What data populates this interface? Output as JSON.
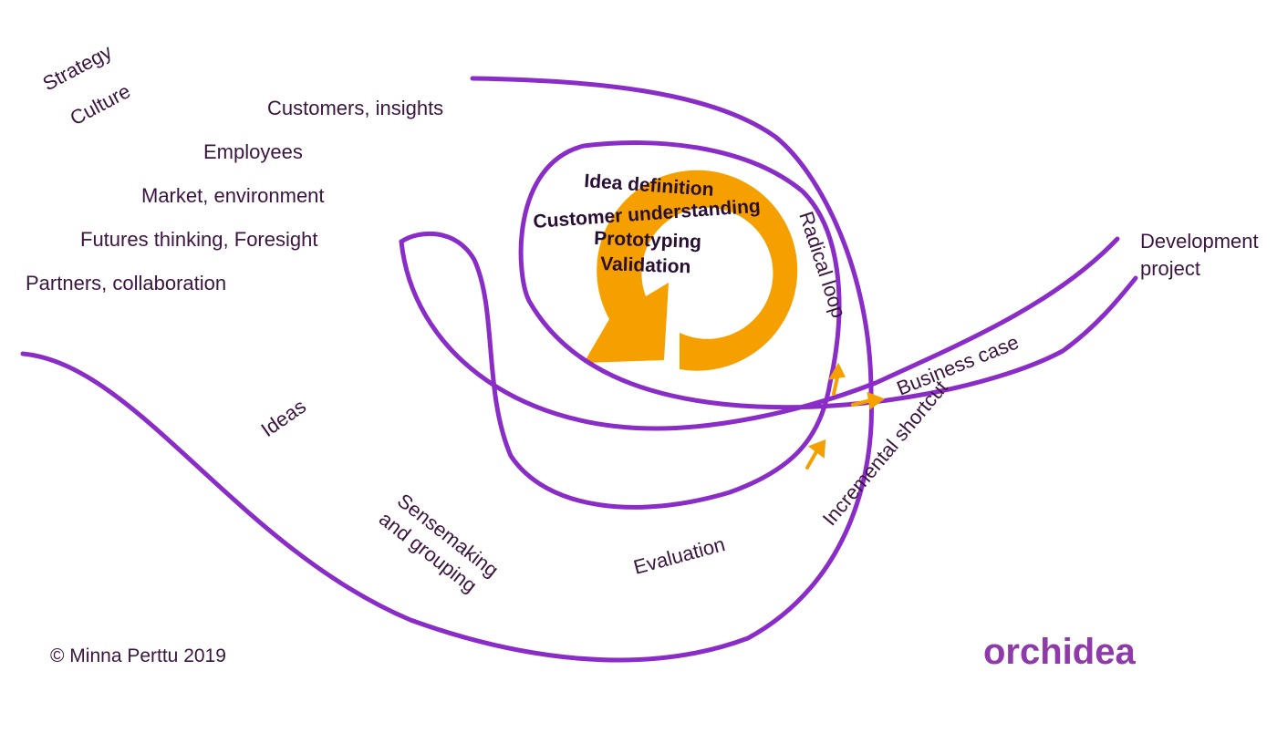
{
  "colors": {
    "curve": "#8a2dc8",
    "loop": "#f6a000",
    "text": "#3b1540",
    "brand": "#8e3aa8"
  },
  "labels": {
    "strategy": "Strategy",
    "culture": "Culture",
    "customers": "Customers, insights",
    "employees": "Employees",
    "market": "Market, environment",
    "futures": "Futures thinking, Foresight",
    "partners": "Partners, collaboration",
    "ideas": "Ideas",
    "sensemaking_line1": "Sensemaking",
    "sensemaking_line2": "and grouping",
    "evaluation": "Evaluation",
    "radical_loop": "Radical loop",
    "business_case": "Business case",
    "incremental_shortcut": "Incremental shortcut",
    "development_line1": "Development",
    "development_line2": "project"
  },
  "loop_steps": [
    "Idea definition",
    "Customer understanding",
    "Prototyping",
    "Validation"
  ],
  "copyright": "© Minna Perttu 2019",
  "logo": "orchidea"
}
